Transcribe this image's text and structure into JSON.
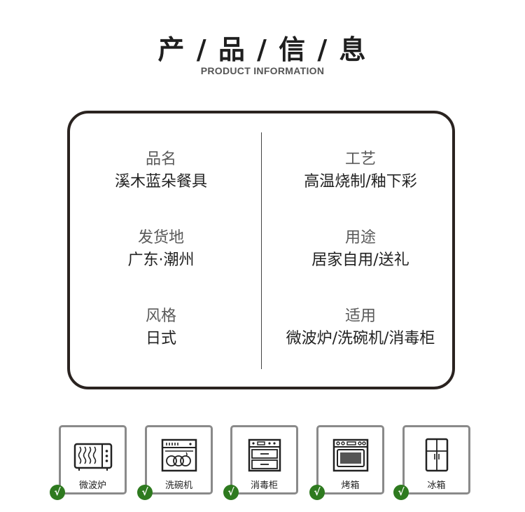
{
  "header": {
    "title": "产 / 品 / 信 / 息",
    "subtitle": "PRODUCT INFORMATION"
  },
  "info": {
    "left": [
      {
        "label": "品名",
        "value": "溪木蓝朵餐具"
      },
      {
        "label": "发货地",
        "value": "广东·潮州"
      },
      {
        "label": "风格",
        "value": "日式"
      }
    ],
    "right": [
      {
        "label": "工艺",
        "value": "高温烧制/釉下彩"
      },
      {
        "label": "用途",
        "value": "居家自用/送礼"
      },
      {
        "label": "适用",
        "value": "微波炉/洗碗机/消毒柜"
      }
    ]
  },
  "appliances": [
    {
      "name": "微波炉",
      "icon": "microwave-icon",
      "check": "√"
    },
    {
      "name": "洗碗机",
      "icon": "dishwasher-icon",
      "check": "√"
    },
    {
      "name": "消毒柜",
      "icon": "sterilizer-cabinet-icon",
      "check": "√"
    },
    {
      "name": "烤箱",
      "icon": "oven-icon",
      "check": "√"
    },
    {
      "name": "冰箱",
      "icon": "refrigerator-icon",
      "check": "√"
    }
  ],
  "colors": {
    "check_green": "#2e7a1f",
    "card_border": "#2a2320"
  }
}
